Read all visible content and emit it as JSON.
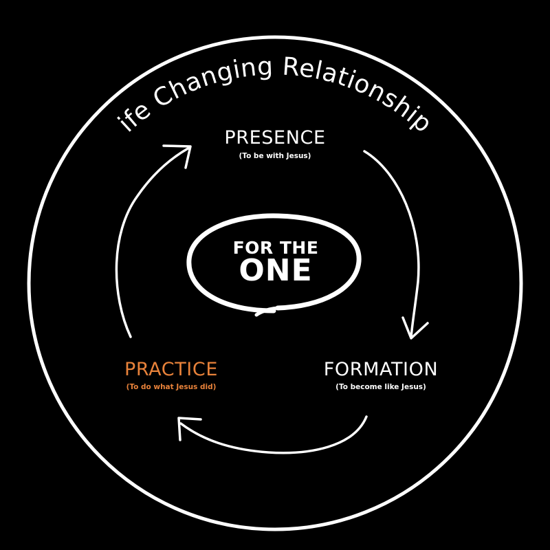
{
  "diagram": {
    "title": "Life Changing Relationships",
    "center": {
      "line1": "FOR THE",
      "line2": "ONE"
    },
    "nodes": [
      {
        "label": "PRESENCE",
        "sublabel": "(To be with Jesus)",
        "color": "#ffffff"
      },
      {
        "label": "FORMATION",
        "sublabel": "(To become like Jesus)",
        "color": "#ffffff"
      },
      {
        "label": "PRACTICE",
        "sublabel": "(To do what Jesus did)",
        "color": "#e8823a"
      }
    ]
  },
  "colors": {
    "background": "#000000",
    "foreground": "#ffffff",
    "accent": "#e8823a"
  }
}
